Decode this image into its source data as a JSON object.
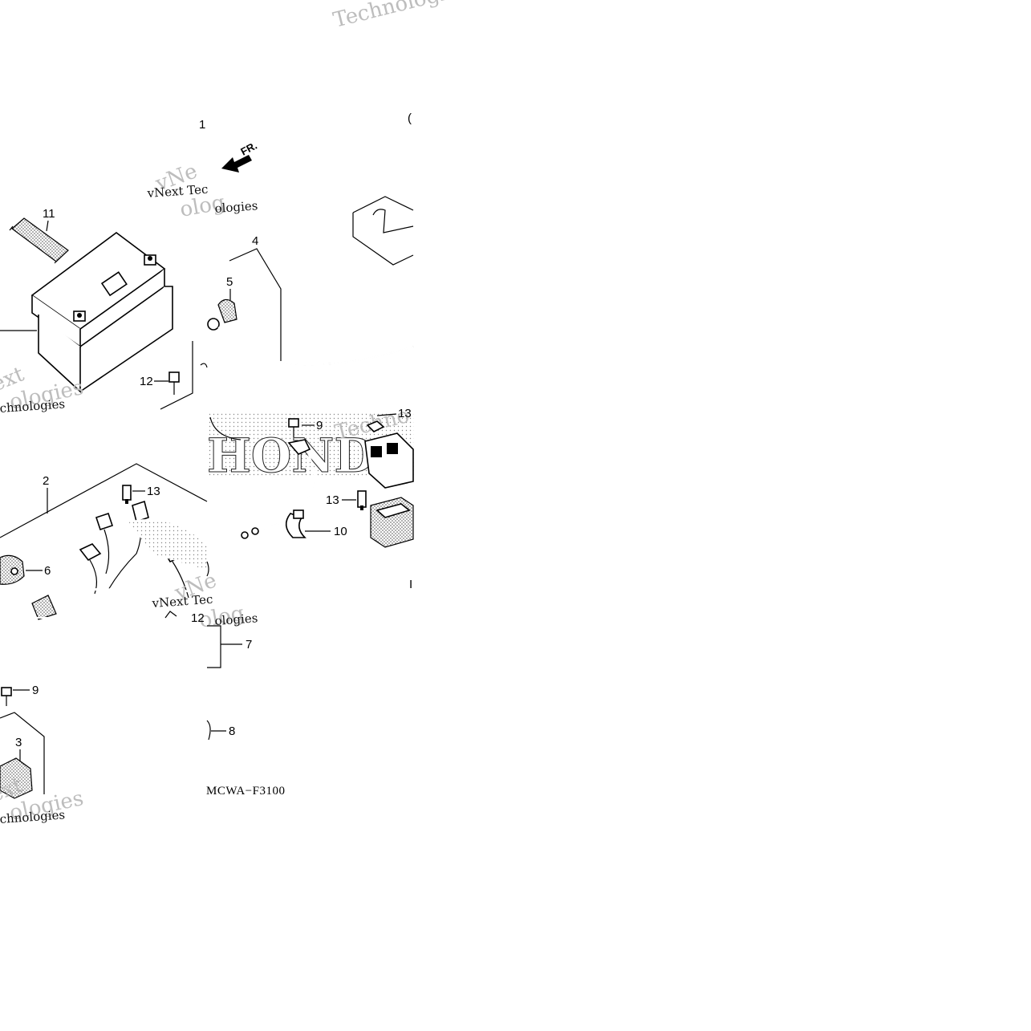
{
  "diagram": {
    "code": "MCWA−F3100",
    "direction_label": "FR.",
    "callouts": [
      "1",
      "2",
      "3",
      "4",
      "5",
      "6",
      "7",
      "8",
      "9",
      "10",
      "11",
      "12",
      "13"
    ],
    "watermark": {
      "brand": "vNext Technologies",
      "word": "Technologies",
      "split_a": "vNext Tec",
      "split_b": "chnologies"
    },
    "background_text": "HONDA"
  }
}
